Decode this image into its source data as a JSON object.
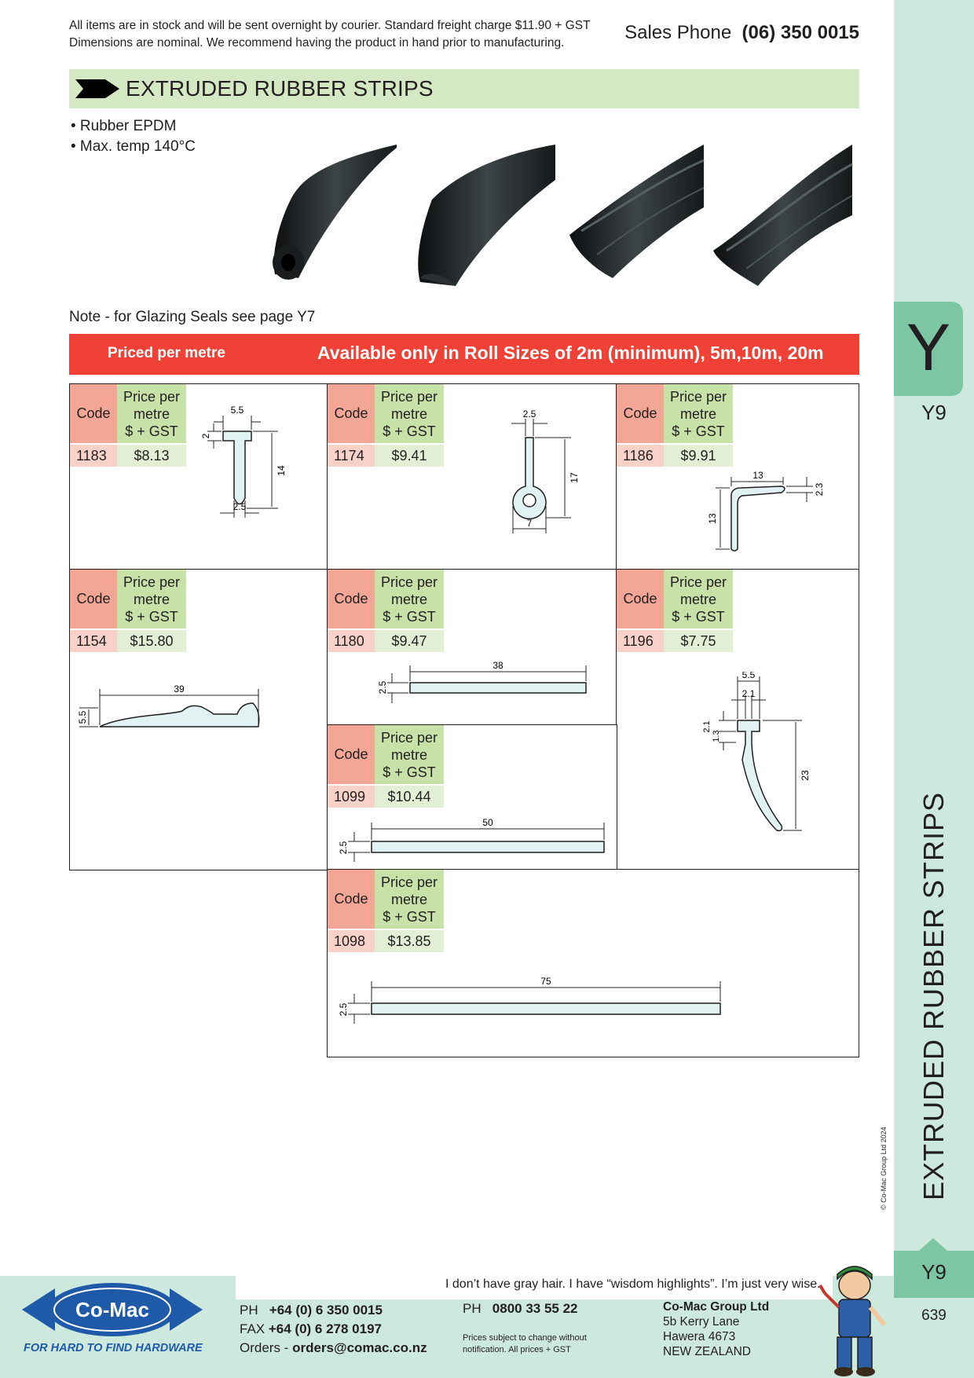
{
  "header": {
    "line1": "All items are in stock and will be sent overnight by courier. Standard freight charge $11.90 + GST",
    "line2": "Dimensions are nominal. We recommend having the product in hand prior to manufacturing.",
    "phone_label": "Sales Phone",
    "phone_number": "(06) 350 0015"
  },
  "title": "EXTRUDED RUBBER STRIPS",
  "bullets": [
    "• Rubber EPDM",
    "• Max. temp 140°C"
  ],
  "note": "Note - for Glazing Seals see page Y7",
  "banner": {
    "left": "Priced per metre",
    "right": "Available only in Roll Sizes of 2m (minimum), 5m,10m, 20m"
  },
  "table_header": {
    "code": "Code",
    "price_l1": "Price per",
    "price_l2": "metre",
    "price_l3": "$ + GST"
  },
  "products": [
    {
      "code": "1183",
      "price": "$8.13",
      "dims": [
        "5.5",
        "2",
        "14",
        "2.5"
      ]
    },
    {
      "code": "1174",
      "price": "$9.41",
      "dims": [
        "2.5",
        "17",
        "7"
      ]
    },
    {
      "code": "1186",
      "price": "$9.91",
      "dims": [
        "13",
        "2.3",
        "13"
      ]
    },
    {
      "code": "1154",
      "price": "$15.80",
      "dims": [
        "39",
        "5.5"
      ]
    },
    {
      "code": "1180",
      "price": "$9.47",
      "dims": [
        "38",
        "2.5"
      ]
    },
    {
      "code": "1196",
      "price": "$7.75",
      "dims": [
        "5.5",
        "2.1",
        "2.1",
        "1.3",
        "23"
      ]
    },
    {
      "code": "1099",
      "price": "$10.44",
      "dims": [
        "50",
        "2.5"
      ]
    },
    {
      "code": "1098",
      "price": "$13.85",
      "dims": [
        "75",
        "2.5"
      ]
    }
  ],
  "sidebar": {
    "letter": "Y",
    "code": "Y9",
    "vertical_title": "EXTRUDED RUBBER STRIPS",
    "copyright": "© Co-Mac Group Ltd 2024",
    "page_code": "Y9",
    "page_number": "639"
  },
  "footer": {
    "quote": "I don’t have gray hair. I have “wisdom highlights”. I’m just very wise.",
    "logo_text": "Co-Mac",
    "tagline": "FOR HARD TO FIND HARDWARE",
    "ph_label": "PH",
    "ph": "+64 (0) 6 350 0015",
    "fax_label": "FAX",
    "fax": "+64 (0) 6 278 0197",
    "orders_label": "Orders -",
    "orders": "orders@comac.co.nz",
    "ph2_label": "PH",
    "ph2": "0800 33 55 22",
    "small1": "Prices subject to change without",
    "small2": "notification. All prices + GST",
    "company": "Co-Mac Group Ltd",
    "addr1": "5b Kerry Lane",
    "addr2": "Hawera 4673",
    "addr3": "NEW ZEALAND"
  },
  "colors": {
    "sidebar": "#cde8dc",
    "tab": "#7cc6a4",
    "title_bar": "#d5e8c4",
    "banner": "#ef4136",
    "code_header": "#f3a596",
    "price_header": "#c7e1a9",
    "profile_fill": "#e0f2f1",
    "logo_blue": "#1f5aa8"
  }
}
